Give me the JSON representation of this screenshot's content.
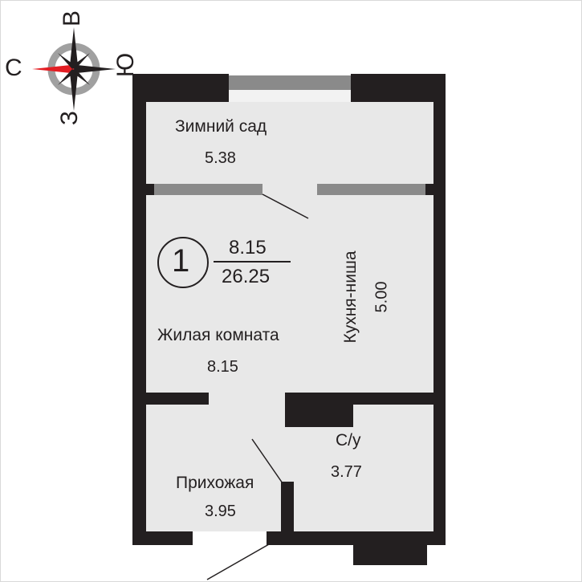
{
  "compass": {
    "north": "С",
    "east": "В",
    "south": "Ю",
    "west": "З"
  },
  "apartment": {
    "number": "1",
    "living_area": "8.15",
    "total_area": "26.25"
  },
  "rooms": {
    "winter_garden": {
      "name": "Зимний сад",
      "area": "5.38"
    },
    "living_room": {
      "name": "Жилая комната",
      "area": "8.15"
    },
    "kitchen_niche": {
      "name": "Кухня-ниша",
      "area": "5.00"
    },
    "bathroom": {
      "name": "С/у",
      "area": "3.77"
    },
    "hallway": {
      "name": "Прихожая",
      "area": "3.95"
    }
  },
  "colors": {
    "wall": "#231f20",
    "floor": "#e8e8e8",
    "window": "#8a8a8a",
    "compass_red": "#e31e24",
    "compass_ring": "#a0a0a0"
  }
}
